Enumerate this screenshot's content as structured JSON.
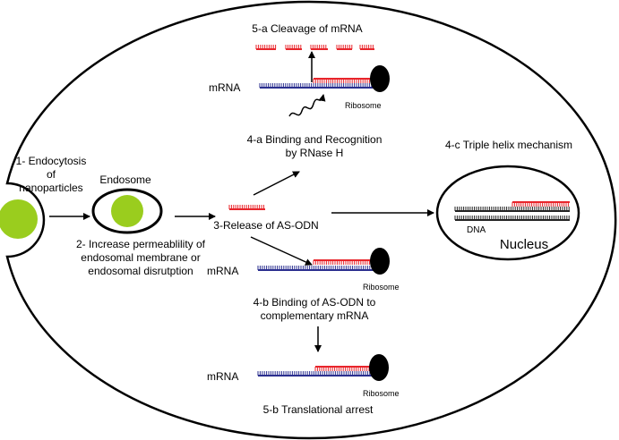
{
  "labels": {
    "endocytosis": [
      "1- Endocytosis",
      "of",
      "nanoparticles"
    ],
    "endosome": "Endosome",
    "permeability": [
      "2- Increase permeablility of",
      "endosomal membrane or",
      "endosomal disrutption"
    ],
    "release": "3-Release of AS-ODN",
    "binding_rnase": [
      "4-a Binding and Recognition",
      "by RNase H"
    ],
    "binding_mrna": [
      "4-b  Binding of AS-ODN to",
      "complementary mRNA"
    ],
    "triple_helix": "4-c Triple helix mechanism",
    "cleavage": "5-a Cleavage of mRNA",
    "translational_arrest": "5-b Translational arrest",
    "mrna": "mRNA",
    "ribosome": "Ribosome",
    "dna": "DNA",
    "nucleus": "Nucleus"
  },
  "colors": {
    "strand_red": "#e8252b",
    "strand_blue": "#2b2f8f",
    "strand_black": "#222222",
    "nanoparticle": "#9acd1e",
    "ribosome": "#000000",
    "outline": "#000000"
  },
  "icons": [
    "nanoparticle-icon",
    "ribosome-icon",
    "rnase-h-icon",
    "dna-icon"
  ]
}
